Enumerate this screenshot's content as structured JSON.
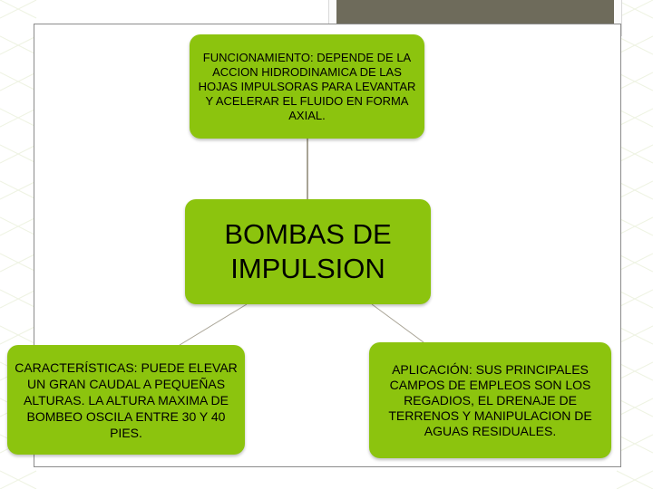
{
  "colors": {
    "node_fill": "#8cc40e",
    "node_text": "#000000",
    "connector": "#a8a395",
    "accent_bar": "#6e6b5b",
    "frame_border": "#8b8b8b"
  },
  "diagram": {
    "center": {
      "text": "BOMBAS DE IMPULSION"
    },
    "top": {
      "text": "FUNCIONAMIENTO: DEPENDE DE LA ACCION HIDRODINAMICA DE LAS HOJAS IMPULSORAS PARA LEVANTAR Y ACELERAR EL FLUIDO EN FORMA AXIAL."
    },
    "left": {
      "text": "CARACTERÍSTICAS: PUEDE ELEVAR UN GRAN CAUDAL A PEQUEÑAS ALTURAS. LA ALTURA MAXIMA DE BOMBEO OSCILA ENTRE 30 Y 40 PIES."
    },
    "right": {
      "text": "APLICACIÓN: SUS PRINCIPALES CAMPOS DE EMPLEOS SON LOS REGADIOS, EL DRENAJE DE TERRENOS Y MANIPULACION DE AGUAS RESIDUALES."
    }
  }
}
